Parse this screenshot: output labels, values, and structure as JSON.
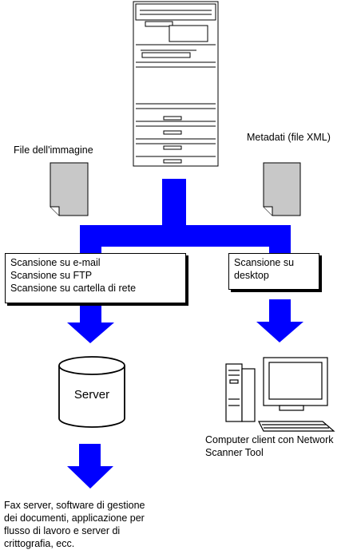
{
  "labels": {
    "image_file": "File dell'immagine",
    "metadata": "Metadati (file XML)"
  },
  "left_box": {
    "line1": "Scansione su e-mail",
    "line2": "Scansione su FTP",
    "line3": "Scansione su cartella di rete"
  },
  "right_box": {
    "line1": "Scansione su",
    "line2": "desktop"
  },
  "server": {
    "label": "Server"
  },
  "client": {
    "line1": "Computer client con Network",
    "line2": "Scanner Tool"
  },
  "destinations": {
    "line1": "Fax server, software di gestione",
    "line2": "dei documenti, applicazione per",
    "line3": "flusso di lavoro e server di",
    "line4": "crittografia, ecc."
  },
  "colors": {
    "flow_blue": "#0000ff",
    "document_fill": "#c8c8c8"
  }
}
